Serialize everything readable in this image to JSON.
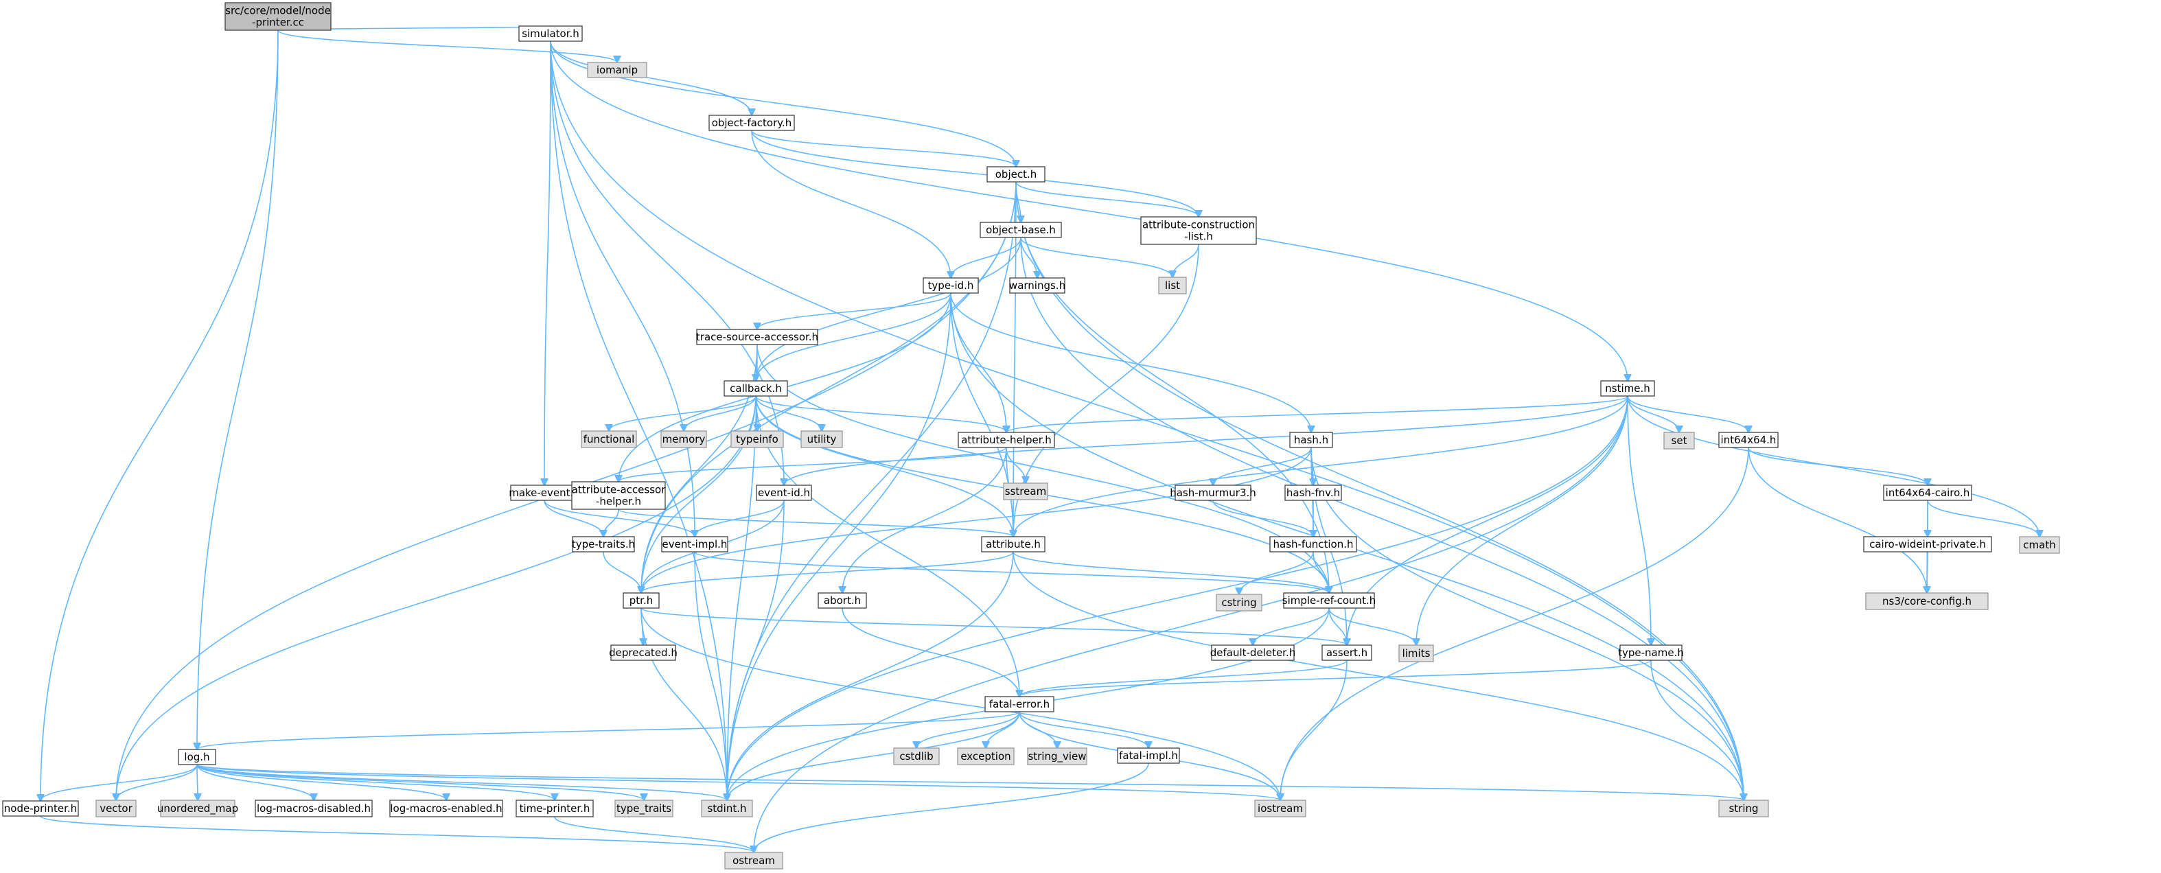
{
  "diagram": {
    "title": "",
    "nodes": [
      {
        "id": "root",
        "lines": [
          "src/core/model/node",
          "-printer.cc"
        ],
        "kind": "root"
      },
      {
        "id": "simulator",
        "lines": [
          "simulator.h"
        ],
        "kind": "header"
      },
      {
        "id": "iomanip",
        "lines": [
          "iomanip"
        ],
        "kind": "system"
      },
      {
        "id": "objfactory",
        "lines": [
          "object-factory.h"
        ],
        "kind": "header"
      },
      {
        "id": "object",
        "lines": [
          "object.h"
        ],
        "kind": "header"
      },
      {
        "id": "objbase",
        "lines": [
          "object-base.h"
        ],
        "kind": "header"
      },
      {
        "id": "attrconst",
        "lines": [
          "attribute-construction",
          "-list.h"
        ],
        "kind": "header"
      },
      {
        "id": "list",
        "lines": [
          "list"
        ],
        "kind": "system"
      },
      {
        "id": "typeid",
        "lines": [
          "type-id.h"
        ],
        "kind": "header"
      },
      {
        "id": "warnings",
        "lines": [
          "warnings.h"
        ],
        "kind": "header"
      },
      {
        "id": "tsa",
        "lines": [
          "trace-source-accessor.h"
        ],
        "kind": "header"
      },
      {
        "id": "callback",
        "lines": [
          "callback.h"
        ],
        "kind": "header"
      },
      {
        "id": "functional",
        "lines": [
          "functional"
        ],
        "kind": "system"
      },
      {
        "id": "memory",
        "lines": [
          "memory"
        ],
        "kind": "system"
      },
      {
        "id": "typeinfo",
        "lines": [
          "typeinfo"
        ],
        "kind": "system"
      },
      {
        "id": "utility",
        "lines": [
          "utility"
        ],
        "kind": "system"
      },
      {
        "id": "attrhelper",
        "lines": [
          "attribute-helper.h"
        ],
        "kind": "header"
      },
      {
        "id": "sstream",
        "lines": [
          "sstream"
        ],
        "kind": "system"
      },
      {
        "id": "hash",
        "lines": [
          "hash.h"
        ],
        "kind": "header"
      },
      {
        "id": "nstime",
        "lines": [
          "nstime.h"
        ],
        "kind": "header"
      },
      {
        "id": "set",
        "lines": [
          "set"
        ],
        "kind": "system"
      },
      {
        "id": "int64x64",
        "lines": [
          "int64x64.h"
        ],
        "kind": "header"
      },
      {
        "id": "makeevent",
        "lines": [
          "make-event.h"
        ],
        "kind": "header"
      },
      {
        "id": "attracc",
        "lines": [
          "attribute-accessor",
          "-helper.h"
        ],
        "kind": "header"
      },
      {
        "id": "eventid",
        "lines": [
          "event-id.h"
        ],
        "kind": "header"
      },
      {
        "id": "hashmurmur",
        "lines": [
          "hash-murmur3.h"
        ],
        "kind": "header"
      },
      {
        "id": "hashfnv",
        "lines": [
          "hash-fnv.h"
        ],
        "kind": "header"
      },
      {
        "id": "int64cairo",
        "lines": [
          "int64x64-cairo.h"
        ],
        "kind": "header"
      },
      {
        "id": "typetraitsh",
        "lines": [
          "type-traits.h"
        ],
        "kind": "header"
      },
      {
        "id": "eventimpl",
        "lines": [
          "event-impl.h"
        ],
        "kind": "header"
      },
      {
        "id": "attribute",
        "lines": [
          "attribute.h"
        ],
        "kind": "header"
      },
      {
        "id": "hashfunc",
        "lines": [
          "hash-function.h"
        ],
        "kind": "header"
      },
      {
        "id": "cairowide",
        "lines": [
          "cairo-wideint-private.h"
        ],
        "kind": "header"
      },
      {
        "id": "cmath",
        "lines": [
          "cmath"
        ],
        "kind": "system"
      },
      {
        "id": "ptr",
        "lines": [
          "ptr.h"
        ],
        "kind": "header"
      },
      {
        "id": "abort",
        "lines": [
          "abort.h"
        ],
        "kind": "header"
      },
      {
        "id": "cstring",
        "lines": [
          "cstring"
        ],
        "kind": "system"
      },
      {
        "id": "src",
        "lines": [
          "simple-ref-count.h"
        ],
        "kind": "header"
      },
      {
        "id": "ns3config",
        "lines": [
          "ns3/core-config.h"
        ],
        "kind": "system"
      },
      {
        "id": "deprecated",
        "lines": [
          "deprecated.h"
        ],
        "kind": "header"
      },
      {
        "id": "defdel",
        "lines": [
          "default-deleter.h"
        ],
        "kind": "header"
      },
      {
        "id": "assert",
        "lines": [
          "assert.h"
        ],
        "kind": "header"
      },
      {
        "id": "limits",
        "lines": [
          "limits"
        ],
        "kind": "system"
      },
      {
        "id": "typename",
        "lines": [
          "type-name.h"
        ],
        "kind": "header"
      },
      {
        "id": "fatalerror",
        "lines": [
          "fatal-error.h"
        ],
        "kind": "header"
      },
      {
        "id": "cstdlib",
        "lines": [
          "cstdlib"
        ],
        "kind": "system"
      },
      {
        "id": "exception",
        "lines": [
          "exception"
        ],
        "kind": "system"
      },
      {
        "id": "string_view",
        "lines": [
          "string_view"
        ],
        "kind": "system"
      },
      {
        "id": "fatalimpl",
        "lines": [
          "fatal-impl.h"
        ],
        "kind": "header"
      },
      {
        "id": "log",
        "lines": [
          "log.h"
        ],
        "kind": "header"
      },
      {
        "id": "nodeprinter",
        "lines": [
          "node-printer.h"
        ],
        "kind": "header"
      },
      {
        "id": "vector",
        "lines": [
          "vector"
        ],
        "kind": "system"
      },
      {
        "id": "unordered_map",
        "lines": [
          "unordered_map"
        ],
        "kind": "system"
      },
      {
        "id": "logdisabled",
        "lines": [
          "log-macros-disabled.h"
        ],
        "kind": "header"
      },
      {
        "id": "logenabled",
        "lines": [
          "log-macros-enabled.h"
        ],
        "kind": "header"
      },
      {
        "id": "timeprinter",
        "lines": [
          "time-printer.h"
        ],
        "kind": "header"
      },
      {
        "id": "type_traits",
        "lines": [
          "type_traits"
        ],
        "kind": "system"
      },
      {
        "id": "stdint",
        "lines": [
          "stdint.h"
        ],
        "kind": "system"
      },
      {
        "id": "iostream",
        "lines": [
          "iostream"
        ],
        "kind": "system"
      },
      {
        "id": "string",
        "lines": [
          "string"
        ],
        "kind": "system"
      },
      {
        "id": "ostream",
        "lines": [
          "ostream"
        ],
        "kind": "system"
      }
    ],
    "edges": [
      [
        "root",
        "simulator"
      ],
      [
        "root",
        "iomanip"
      ],
      [
        "root",
        "log"
      ],
      [
        "root",
        "nodeprinter"
      ],
      [
        "simulator",
        "objfactory"
      ],
      [
        "simulator",
        "object"
      ],
      [
        "simulator",
        "makeevent"
      ],
      [
        "simulator",
        "eventid"
      ],
      [
        "simulator",
        "eventimpl"
      ],
      [
        "simulator",
        "nstime"
      ],
      [
        "simulator",
        "string"
      ],
      [
        "simulator",
        "stdint"
      ],
      [
        "objfactory",
        "object"
      ],
      [
        "objfactory",
        "typeid"
      ],
      [
        "objfactory",
        "attrconst"
      ],
      [
        "object",
        "objbase"
      ],
      [
        "object",
        "attrconst"
      ],
      [
        "object",
        "attribute"
      ],
      [
        "object",
        "ptr"
      ],
      [
        "object",
        "src"
      ],
      [
        "object",
        "vector"
      ],
      [
        "object",
        "string"
      ],
      [
        "object",
        "stdint"
      ],
      [
        "objbase",
        "typeid"
      ],
      [
        "objbase",
        "warnings"
      ],
      [
        "objbase",
        "list"
      ],
      [
        "objbase",
        "callback"
      ],
      [
        "objbase",
        "string"
      ],
      [
        "attrconst",
        "list"
      ],
      [
        "attrconst",
        "attribute"
      ],
      [
        "typeid",
        "tsa"
      ],
      [
        "typeid",
        "callback"
      ],
      [
        "typeid",
        "attrhelper"
      ],
      [
        "typeid",
        "attribute"
      ],
      [
        "typeid",
        "hash"
      ],
      [
        "typeid",
        "attracc"
      ],
      [
        "typeid",
        "string"
      ],
      [
        "typeid",
        "stdint"
      ],
      [
        "tsa",
        "callback"
      ],
      [
        "tsa",
        "ptr"
      ],
      [
        "tsa",
        "src"
      ],
      [
        "tsa",
        "stdint"
      ],
      [
        "callback",
        "functional"
      ],
      [
        "callback",
        "memory"
      ],
      [
        "callback",
        "typeinfo"
      ],
      [
        "callback",
        "utility"
      ],
      [
        "callback",
        "attrhelper"
      ],
      [
        "callback",
        "attribute"
      ],
      [
        "callback",
        "ptr"
      ],
      [
        "callback",
        "src"
      ],
      [
        "callback",
        "fatalerror"
      ],
      [
        "callback",
        "vector"
      ],
      [
        "attrhelper",
        "sstream"
      ],
      [
        "attrhelper",
        "attracc"
      ],
      [
        "attrhelper",
        "abort"
      ],
      [
        "attrhelper",
        "attribute"
      ],
      [
        "hash",
        "hashmurmur"
      ],
      [
        "hash",
        "hashfnv"
      ],
      [
        "hash",
        "hashfunc"
      ],
      [
        "hash",
        "assert"
      ],
      [
        "hash",
        "ptr"
      ],
      [
        "hash",
        "string"
      ],
      [
        "nstime",
        "set"
      ],
      [
        "nstime",
        "int64x64"
      ],
      [
        "nstime",
        "attrhelper"
      ],
      [
        "nstime",
        "attribute"
      ],
      [
        "nstime",
        "eventid"
      ],
      [
        "nstime",
        "typename"
      ],
      [
        "nstime",
        "assert"
      ],
      [
        "nstime",
        "limits"
      ],
      [
        "nstime",
        "cmath"
      ],
      [
        "nstime",
        "ostream"
      ],
      [
        "nstime",
        "stdint"
      ],
      [
        "int64x64",
        "int64cairo"
      ],
      [
        "int64x64",
        "ns3config"
      ],
      [
        "int64x64",
        "iostream"
      ],
      [
        "makeevent",
        "typetraitsh"
      ],
      [
        "makeevent",
        "eventimpl"
      ],
      [
        "attracc",
        "attribute"
      ],
      [
        "attracc",
        "typetraitsh"
      ],
      [
        "eventid",
        "eventimpl"
      ],
      [
        "eventid",
        "ptr"
      ],
      [
        "eventid",
        "stdint"
      ],
      [
        "hashmurmur",
        "hashfunc"
      ],
      [
        "hashfnv",
        "hashfunc"
      ],
      [
        "int64cairo",
        "cairowide"
      ],
      [
        "int64cairo",
        "cmath"
      ],
      [
        "int64cairo",
        "ns3config"
      ],
      [
        "typetraitsh",
        "ptr"
      ],
      [
        "eventimpl",
        "src"
      ],
      [
        "eventimpl",
        "stdint"
      ],
      [
        "attribute",
        "ptr"
      ],
      [
        "attribute",
        "src"
      ],
      [
        "attribute",
        "string"
      ],
      [
        "attribute",
        "stdint"
      ],
      [
        "hashfunc",
        "cstring"
      ],
      [
        "hashfunc",
        "src"
      ],
      [
        "cairowide",
        "ns3config"
      ],
      [
        "ptr",
        "deprecated"
      ],
      [
        "ptr",
        "assert"
      ],
      [
        "ptr",
        "iostream"
      ],
      [
        "ptr",
        "stdint"
      ],
      [
        "abort",
        "fatalerror"
      ],
      [
        "src",
        "defdel"
      ],
      [
        "src",
        "assert"
      ],
      [
        "src",
        "limits"
      ],
      [
        "src",
        "stdint"
      ],
      [
        "assert",
        "fatalerror"
      ],
      [
        "assert",
        "iostream"
      ],
      [
        "typename",
        "fatalerror"
      ],
      [
        "typename",
        "string"
      ],
      [
        "fatalerror",
        "log"
      ],
      [
        "fatalerror",
        "cstdlib"
      ],
      [
        "fatalerror",
        "exception"
      ],
      [
        "fatalerror",
        "string_view"
      ],
      [
        "fatalerror",
        "fatalimpl"
      ],
      [
        "fatalerror",
        "iostream"
      ],
      [
        "fatalerror",
        "stdint"
      ],
      [
        "fatalimpl",
        "ostream"
      ],
      [
        "log",
        "nodeprinter"
      ],
      [
        "log",
        "vector"
      ],
      [
        "log",
        "unordered_map"
      ],
      [
        "log",
        "logdisabled"
      ],
      [
        "log",
        "logenabled"
      ],
      [
        "log",
        "timeprinter"
      ],
      [
        "log",
        "type_traits"
      ],
      [
        "log",
        "stdint"
      ],
      [
        "log",
        "iostream"
      ],
      [
        "log",
        "string"
      ],
      [
        "nodeprinter",
        "ostream"
      ],
      [
        "timeprinter",
        "ostream"
      ]
    ]
  }
}
